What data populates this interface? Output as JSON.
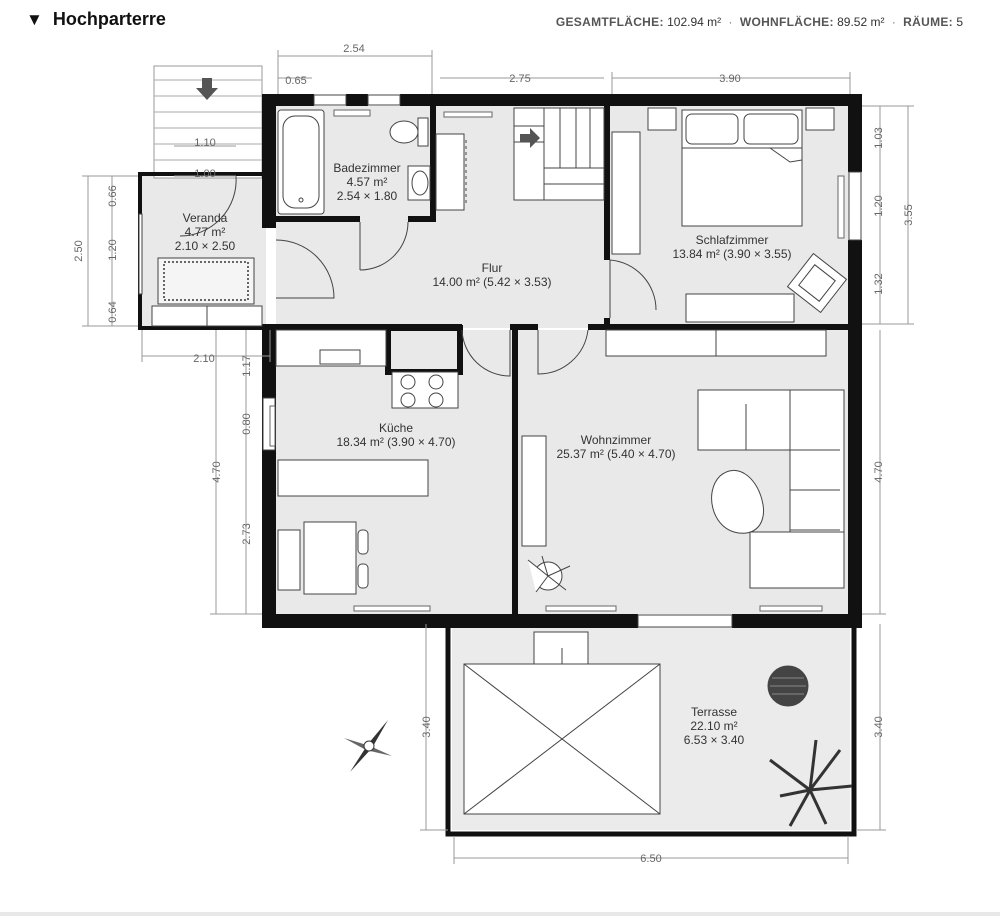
{
  "header": {
    "collapse_icon": "triangle-down-icon",
    "floor_name": "Hochparterre",
    "stats": {
      "total_label": "GESAMTFLÄCHE:",
      "total_value": "102.94 m²",
      "living_label": "WOHNFLÄCHE:",
      "living_value": "89.52 m²",
      "rooms_label": "RÄUME:",
      "rooms_value": "5",
      "separator": "·"
    }
  },
  "rooms": {
    "badezimmer": {
      "name": "Badezimmer",
      "area": "4.57 m²",
      "dims": "2.54 × 1.80"
    },
    "veranda": {
      "name": "Veranda",
      "area": "4.77 m²",
      "dims": "2.10 × 2.50"
    },
    "flur": {
      "name": "Flur",
      "area": "14.00 m² (5.42 × 3.53)"
    },
    "schlafzimmer": {
      "name": "Schlafzimmer",
      "area": "13.84 m² (3.90 × 3.55)"
    },
    "kueche": {
      "name": "Küche",
      "area": "18.34 m² (3.90 × 4.70)"
    },
    "wohnzimmer": {
      "name": "Wohnzimmer",
      "area": "25.37 m² (5.40 × 4.70)"
    },
    "terrasse": {
      "name": "Terrasse",
      "area": "22.10 m²",
      "dims": "6.53 × 3.40"
    }
  },
  "dimensions": {
    "top_bad": "2.54",
    "top_bad_door": "0.65",
    "top_flur": "2.75",
    "top_schlaf": "3.90",
    "veranda_width_inner1": "1.10",
    "veranda_width_inner2": "1.00",
    "veranda_height": "2.50",
    "veranda_seg1": "0.66",
    "veranda_seg2": "1.20",
    "veranda_seg3": "0.64",
    "veranda_bottom": "2.10",
    "kitchen_seg1": "1.17",
    "kitchen_seg2": "0.80",
    "kitchen_seg3": "2.73",
    "kitchen_total": "4.70",
    "right_schlaf_seg1": "1.03",
    "right_schlaf_seg2": "1.20",
    "right_schlaf_seg3": "1.32",
    "right_schlaf_total": "3.55",
    "right_wohn": "4.70",
    "terrace_left": "3.40",
    "terrace_right": "3.40",
    "terrace_bottom": "6.50"
  },
  "icons": {
    "compass": "compass-rose-icon",
    "stairs_arrow": "arrow-down-icon",
    "stair_direction": "arrow-right-icon"
  }
}
